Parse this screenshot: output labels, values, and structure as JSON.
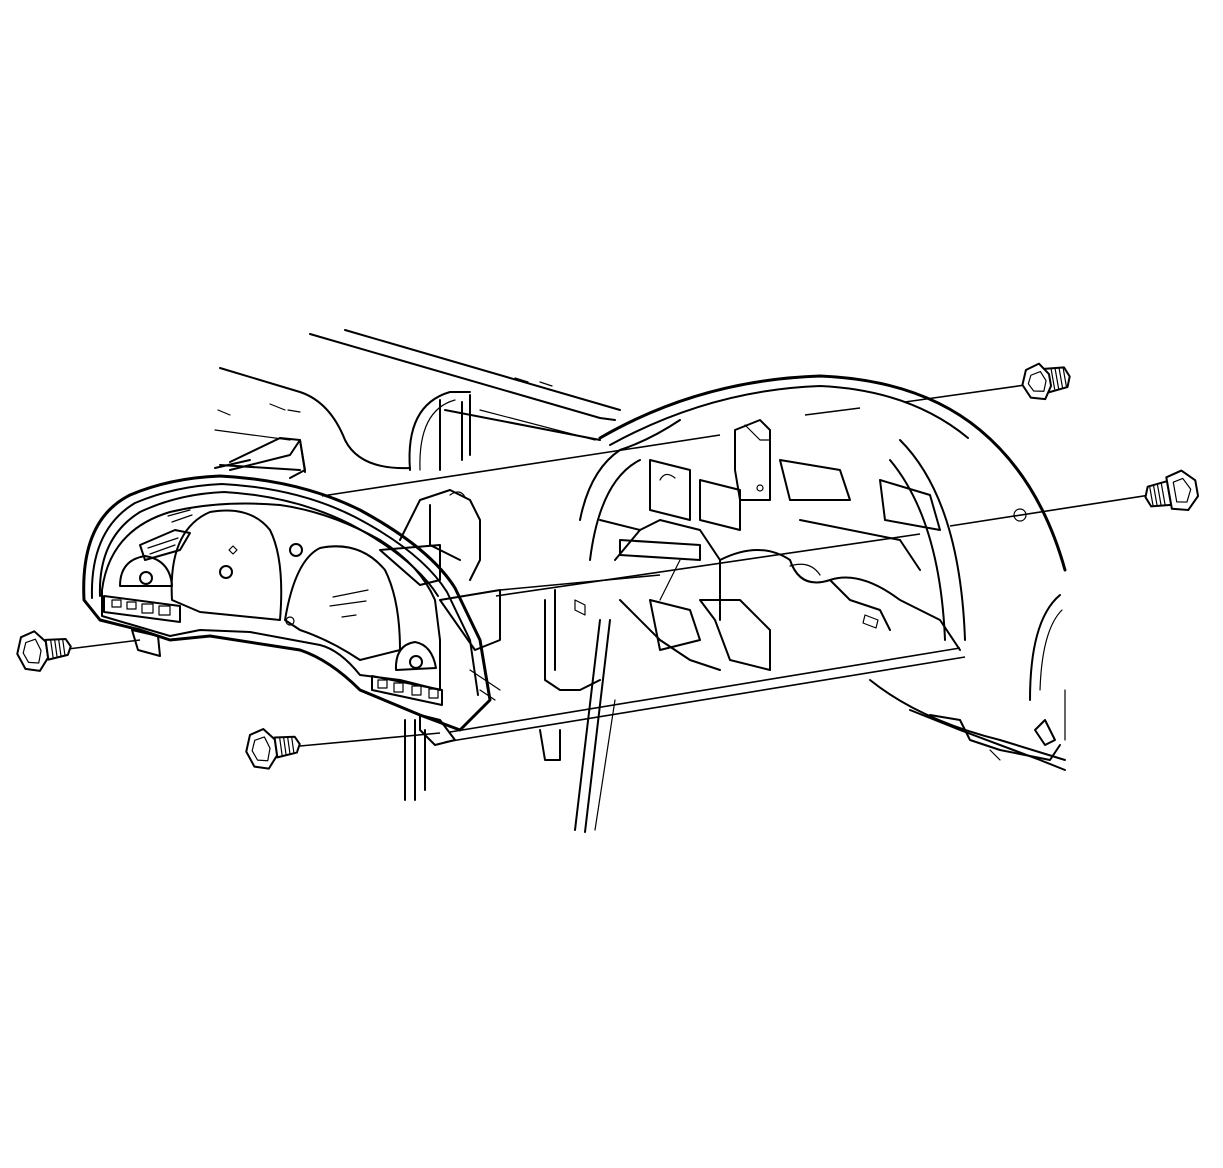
{
  "diagram": {
    "line_color": "#000000",
    "background": "#ffffff",
    "parts": {
      "cluster": "instrument-cluster",
      "carrier": "instrument-panel-carrier",
      "bezel": "cluster-trim-bezel",
      "fasteners": [
        "screw-upper-right",
        "screw-right",
        "screw-left",
        "screw-lower"
      ]
    }
  }
}
